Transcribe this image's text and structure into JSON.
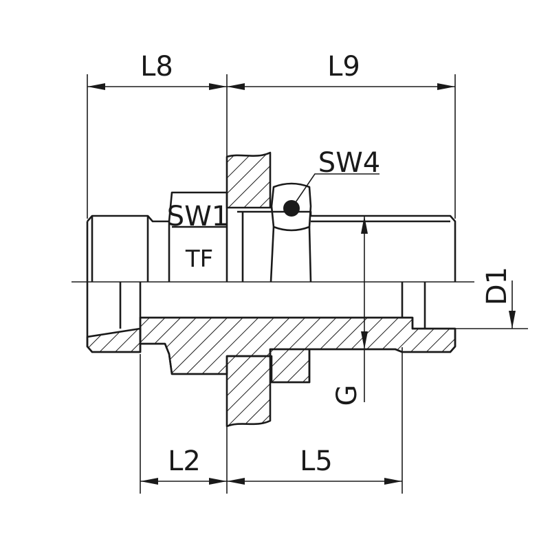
{
  "labels": {
    "l8": "L8",
    "l9": "L9",
    "sw4": "SW4",
    "sw1": "SW1",
    "tf": "TF",
    "d1": "D1",
    "g": "G",
    "l2": "L2",
    "l5": "L5"
  },
  "colors": {
    "line": "#1a1a1a",
    "background": "#ffffff"
  }
}
